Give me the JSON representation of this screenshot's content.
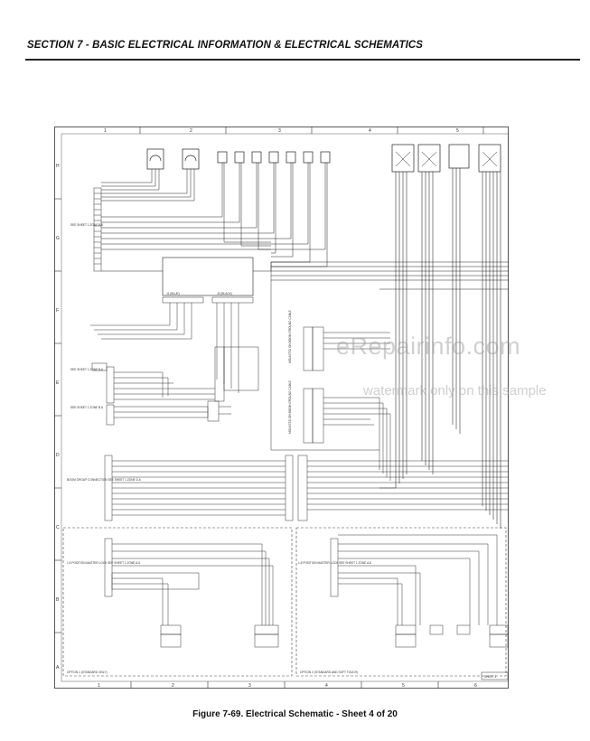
{
  "page": {
    "section_title": "SECTION 7 - BASIC ELECTRICAL INFORMATION & ELECTRICAL SCHEMATICS",
    "figure_caption": "Figure 7-69.  Electrical Schematic - Sheet 4 of 20"
  },
  "watermark": {
    "site": "eRepairinfo.com",
    "note": "watermark only on this sample"
  },
  "schematic": {
    "column_numbers": [
      "1",
      "2",
      "3",
      "4",
      "5"
    ],
    "bottom_column_numbers": [
      "1",
      "2",
      "3",
      "4",
      "5",
      "6"
    ],
    "row_letters": [
      "H",
      "G",
      "F",
      "E",
      "D",
      "C",
      "B",
      "A"
    ],
    "sheet_ref_labels": [
      "SEE SHEET 1\nZONE B-6",
      "SEE SHEET 1\nZONE B-6",
      "SEE SHEET 1\nZONE B-6",
      "BOOM GROUP\nCONNECTION\nSEE SHEET 1\nZONE D-6",
      "1.5 POSITION\nMASTER LOCK\nSEE SHEET 1\nZONE A-6",
      "1.5 POSITION\nMASTER LOCK\nSEE SHEET 1\nZONE A-6"
    ],
    "module_labels": [
      "MOUNTED ON BOOM\nGROUND CABLE",
      "MOUNTED ON BOOM\nGROUND CABLE"
    ],
    "block_labels": [
      "J1 (BLUE)",
      "J2 (BLACK)"
    ],
    "option_labels": [
      "OPTION 1 (STANDARD ONLY)",
      "OPTION 2 (STANDARD AND SOFT TOUCH)"
    ],
    "sheet_tag": "SHEET 4"
  }
}
